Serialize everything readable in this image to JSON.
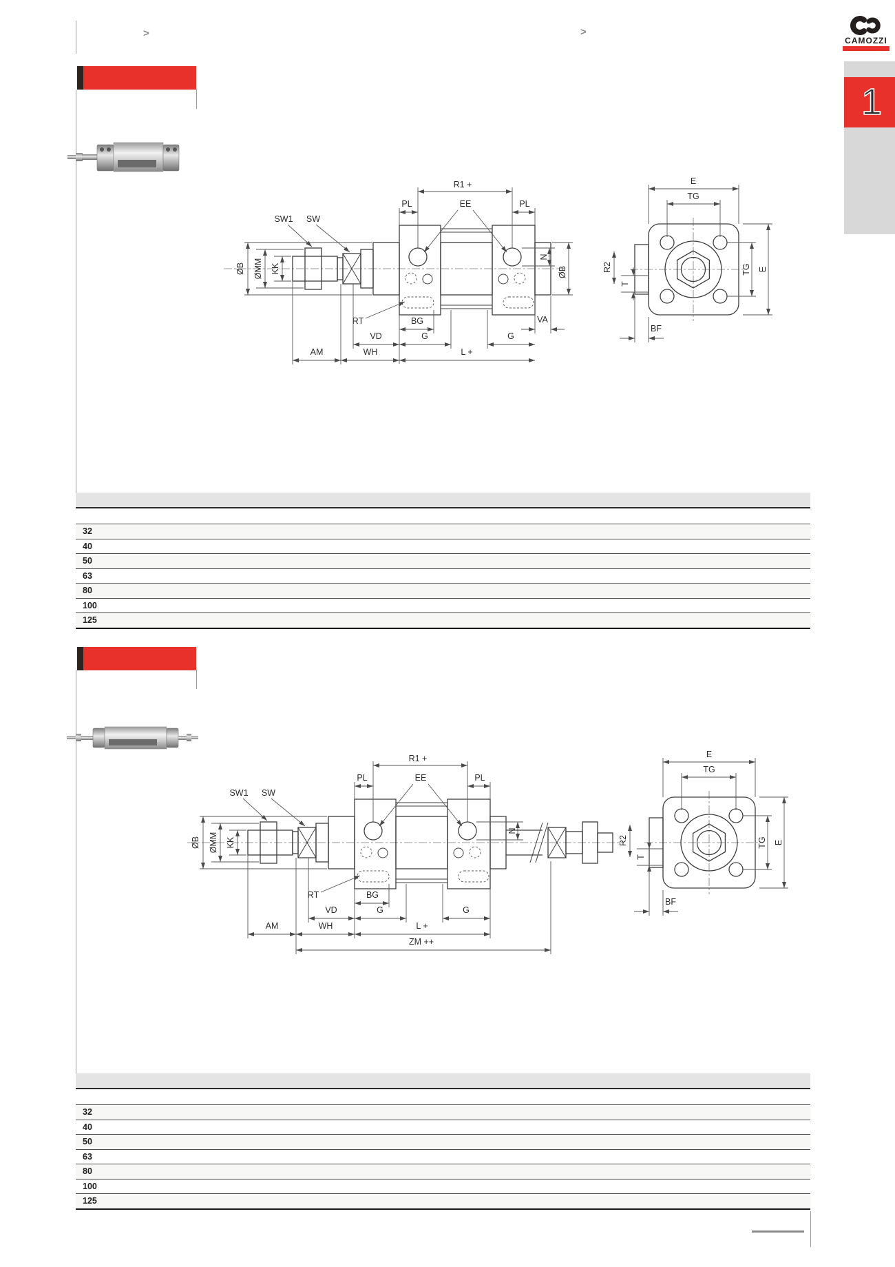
{
  "header": {
    "breadcrumb_left": ">",
    "breadcrumb_right": ">",
    "logo_text": "CAMOZZI",
    "side_tab_number": "1"
  },
  "colors": {
    "accent_red": "#e8312b",
    "tab_gray": "#d8d8d8",
    "bar_edge_black": "#2b2420"
  },
  "section1": {
    "labels": {
      "sw1": "SW1",
      "sw": "SW",
      "r1": "R1 +",
      "pl_left": "PL",
      "ee": "EE",
      "pl_right": "PL",
      "dia_b_left": "ØB",
      "dia_mm": "ØMM",
      "kk": "KK",
      "n": "N",
      "dia_b_right": "ØB",
      "rt": "RT",
      "bg": "BG",
      "vd": "VD",
      "g_left": "G",
      "g_right": "G",
      "va": "VA",
      "am": "AM",
      "wh": "WH",
      "l": "L +",
      "flange": {
        "e_top": "E",
        "tg_top": "TG",
        "tg_right": "TG",
        "e_right": "E",
        "r2": "R2",
        "t": "T",
        "bf": "BF"
      }
    },
    "table": {
      "bore_rows": [
        "32",
        "40",
        "50",
        "63",
        "80",
        "100",
        "125"
      ]
    }
  },
  "section2": {
    "labels": {
      "sw1": "SW1",
      "sw": "SW",
      "r1": "R1 +",
      "pl_left": "PL",
      "ee": "EE",
      "pl_right": "PL",
      "dia_b_left": "ØB",
      "dia_mm": "ØMM",
      "kk": "KK",
      "n": "N",
      "rt": "RT",
      "bg": "BG",
      "vd": "VD",
      "g_left": "G",
      "g_right": "G",
      "am": "AM",
      "wh": "WH",
      "l": "L +",
      "zm": "ZM ++",
      "flange": {
        "e_top": "E",
        "tg_top": "TG",
        "tg_right": "TG",
        "e_right": "E",
        "r2": "R2",
        "t": "T",
        "bf": "BF"
      }
    },
    "table": {
      "bore_rows": [
        "32",
        "40",
        "50",
        "63",
        "80",
        "100",
        "125"
      ]
    }
  }
}
